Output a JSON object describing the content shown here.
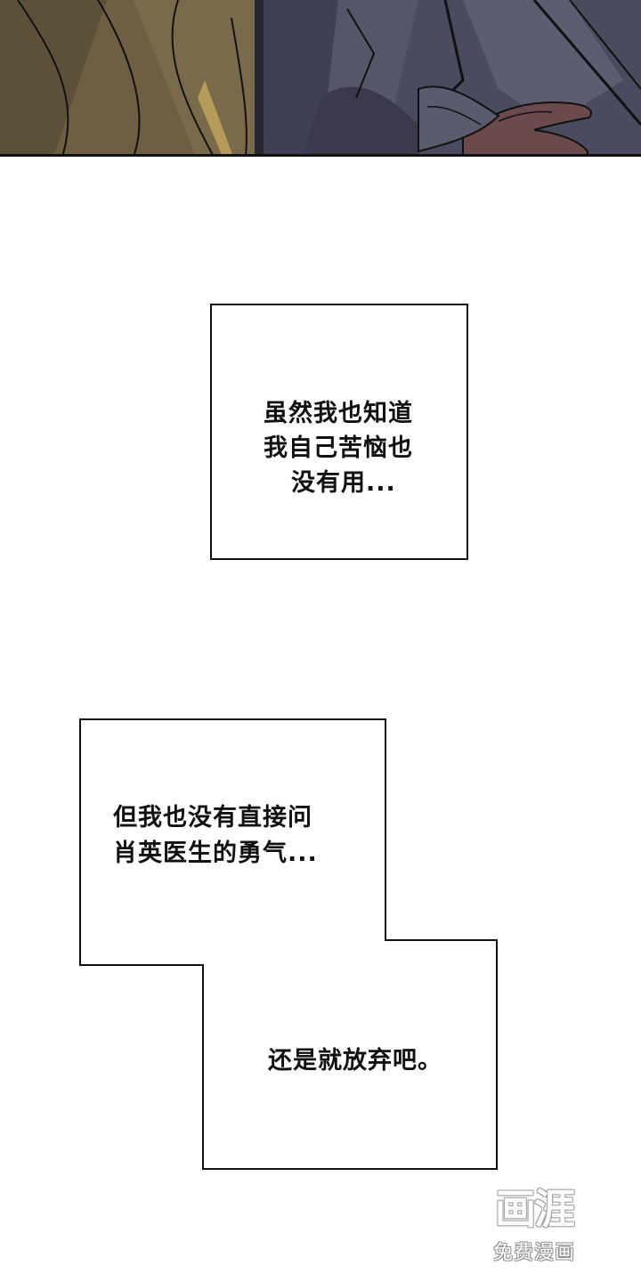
{
  "panels": {
    "top_illustration": {
      "description_icon": "comic-art-hands-clothing-icon",
      "colors": {
        "left_fabric": "#6e5f44",
        "right_fabric": "#4a4b5e",
        "hand": "#6a4a4c",
        "ink": "#111111"
      }
    },
    "caption_1": {
      "line1": "虽然我也知道",
      "line2": "我自己苦恼也",
      "line3": "没有用..."
    },
    "caption_2": {
      "line1": "但我也没有直接问",
      "line2": "肖英医生的勇气...",
      "line3": "还是就放弃吧。"
    }
  },
  "watermark": {
    "logo_text": "画涯",
    "subtitle": "免费漫画"
  }
}
